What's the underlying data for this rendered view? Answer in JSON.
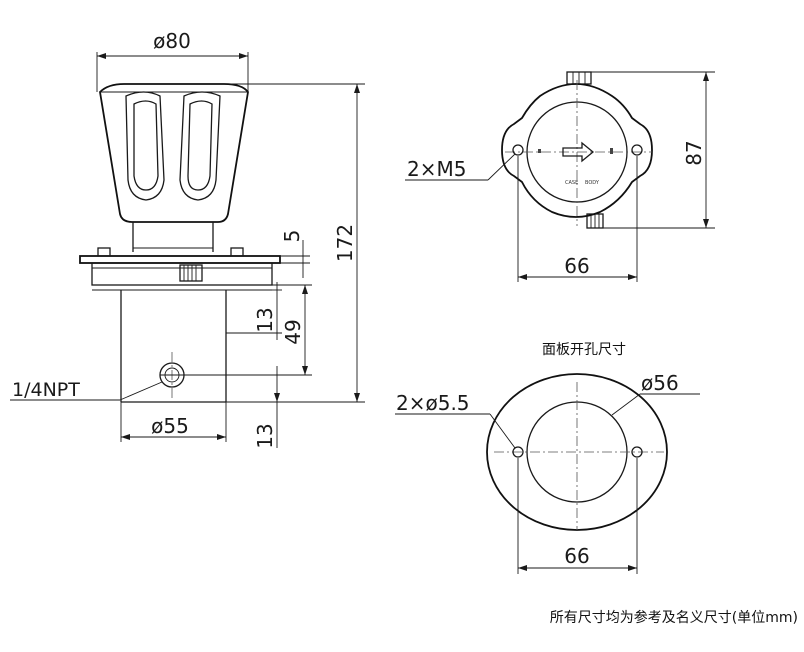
{
  "side_view": {
    "dia_top": "ø80",
    "height_total": "172",
    "dim_5": "5",
    "dim_13_upper": "13",
    "dim_49": "49",
    "dim_13_lower": "13",
    "thread": "1/4NPT",
    "dia_body": "ø55"
  },
  "top_view": {
    "mount_holes": "2×M5",
    "height_87": "87",
    "width_66": "66",
    "small_marks": [
      "CASE",
      "BODY"
    ]
  },
  "cutout_view": {
    "title": "面板开孔尺寸",
    "holes": "2×ø5.5",
    "dia_56": "ø56",
    "width_66": "66"
  },
  "footnote": "所有尺寸均为参考及名义尺寸(单位mm)"
}
